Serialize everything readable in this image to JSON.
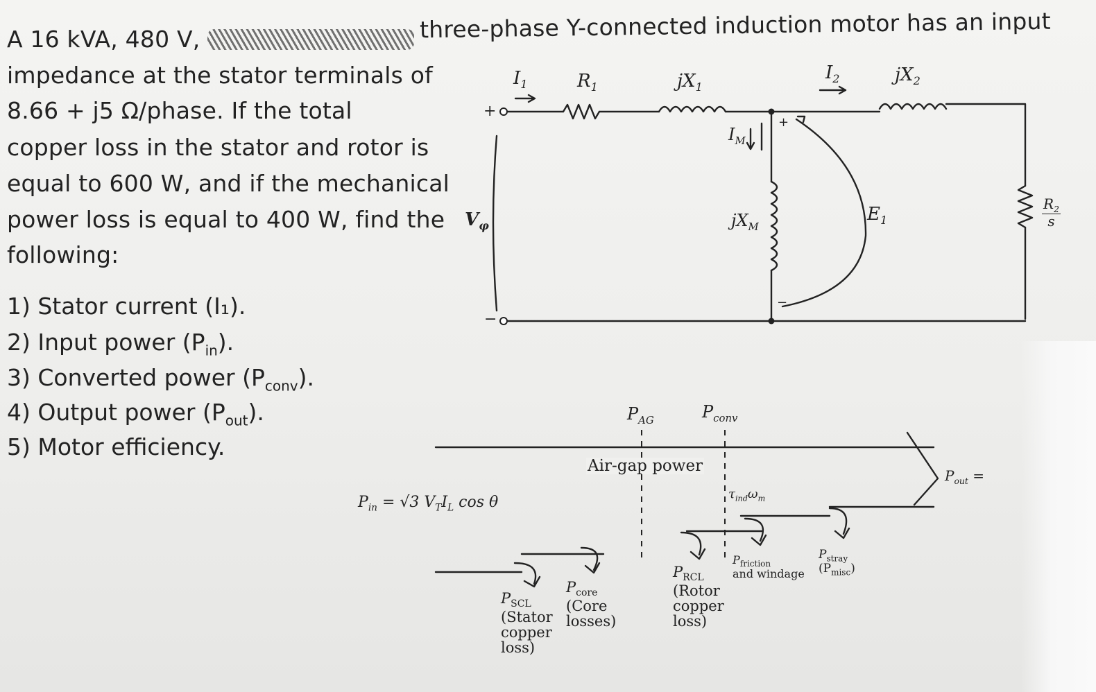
{
  "problem": {
    "line1_a": "A 16 kVA, 480 V,",
    "line1_b": "three-phase Y-connected induction motor has an input",
    "line2": "impedance at the stator terminals of",
    "line3": "8.66 + j5 Ω/phase.   If   the   total",
    "line4": "copper loss in the stator and rotor is",
    "line5": "equal to 600 W, and if the mechanical",
    "line6": "power loss is equal to 400 W, find the",
    "line7": "following:"
  },
  "questions": [
    "1) Stator current (I₁).",
    "2) Input power (P",
    "3) Converted power (P",
    "4) Output power (P",
    "5) Motor efficiency."
  ],
  "question_subs": {
    "q2": "in",
    "q2_end": ").",
    "q3": "conv",
    "q3_end": ").",
    "q4": "out",
    "q4_end": ")."
  },
  "circuit": {
    "I1": "I",
    "I1_sub": "1",
    "R1": "R",
    "R1_sub": "1",
    "jX1": "jX",
    "jX1_sub": "1",
    "I2": "I",
    "I2_sub": "2",
    "jX2": "jX",
    "jX2_sub": "2",
    "IM": "I",
    "IM_sub": "M",
    "jXM": "jX",
    "jXM_sub": "M",
    "E1": "E",
    "E1_sub": "1",
    "Vphi": "V",
    "Vphi_sub": "φ",
    "R2s_num": "R",
    "R2s_num_sub": "2",
    "R2s_den": "s",
    "plus_top": "+",
    "minus_bottom": "−",
    "plus_E": "+",
    "minus_E": "−"
  },
  "flow": {
    "P_AG": "P",
    "P_AG_sub": "AG",
    "P_conv": "P",
    "P_conv_sub": "conv",
    "air_gap": "Air-gap power",
    "tau": "τ",
    "tau_sub": "ind",
    "omega": "ω",
    "omega_sub": "m",
    "P_in_formula": "P",
    "P_in_sub": "in",
    "P_in_rest": " = √3 V",
    "P_in_VT": "T",
    "P_in_I": "I",
    "P_in_IL": "L",
    "P_in_cos": " cos θ",
    "P_out": "P",
    "P_out_sub": "out",
    "P_out_eq": " =",
    "P_SCL": "P",
    "P_SCL_sub": "SCL",
    "P_SCL_desc": [
      "(Stator",
      "copper",
      "loss)"
    ],
    "P_core": "P",
    "P_core_sub": "core",
    "P_core_desc": [
      "(Core",
      "losses)"
    ],
    "P_RCL": "P",
    "P_RCL_sub": "RCL",
    "P_RCL_desc": [
      "(Rotor",
      "copper",
      "loss)"
    ],
    "P_fw": "P",
    "P_fw_sub": "friction",
    "P_fw_desc": "and windage",
    "P_stray": "P",
    "P_stray_sub": "stray",
    "P_misc": "(P",
    "P_misc_sub": "misc",
    "P_misc_end": ")"
  }
}
